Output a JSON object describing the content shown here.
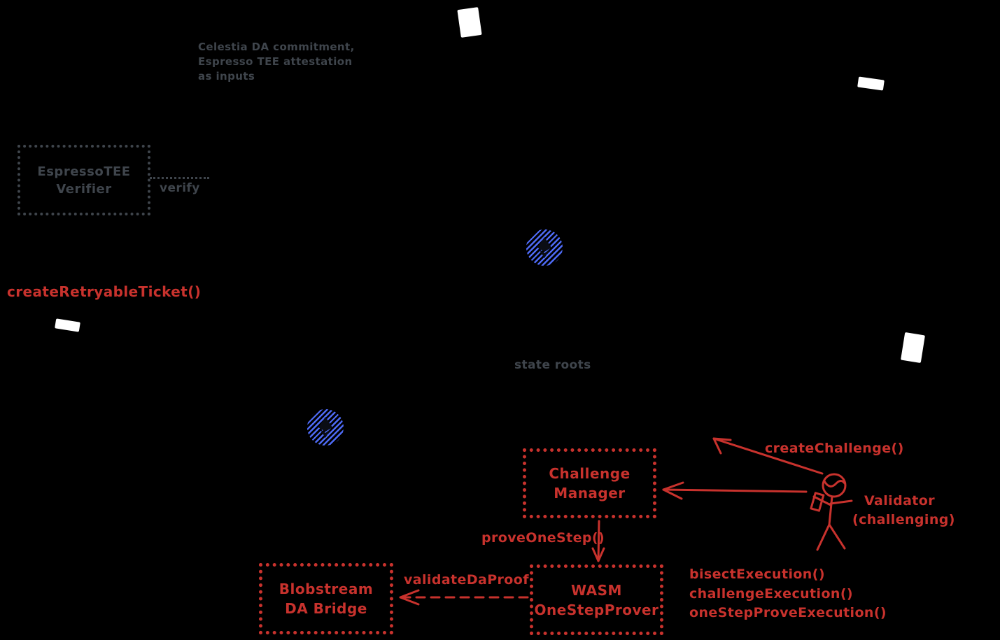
{
  "colors": {
    "background": "#000000",
    "gray": "#3f454c",
    "red": "#c8322d",
    "blue": "#4e6af5",
    "white": "#ffffff"
  },
  "notes": {
    "celestia_note": "Celestia DA commitment,\nEspresso TEE attestation\nas inputs",
    "verify_label": "verify",
    "state_roots_label": "state roots"
  },
  "boxes": {
    "espresso_tee_verifier": {
      "line1": "EspressoTEE",
      "line2": "Verifier"
    },
    "challenge_manager": {
      "line1": "Challenge",
      "line2": "Manager"
    },
    "wasm_one_step_prover": {
      "line1": "WASM",
      "line2": "OneStepProver"
    },
    "blobstream_da_bridge": {
      "line1": "Blobstream",
      "line2": "DA Bridge"
    }
  },
  "calls": {
    "create_retryable_ticket": "createRetryableTicket()",
    "create_challenge": "createChallenge()",
    "prove_one_step": "proveOneStep()",
    "validate_da_proof": "validateDaProof",
    "bisect_execution": "bisectExecution()",
    "challenge_execution": "challengeExecution()",
    "one_step_prove_execution": "oneStepProveExecution()"
  },
  "actors": {
    "validator": {
      "line1": "Validator",
      "line2": "(challenging)"
    }
  },
  "icons": {
    "documents": "document-icon",
    "ethereum": "ethereum-icon",
    "validator_figure": "person-icon"
  }
}
